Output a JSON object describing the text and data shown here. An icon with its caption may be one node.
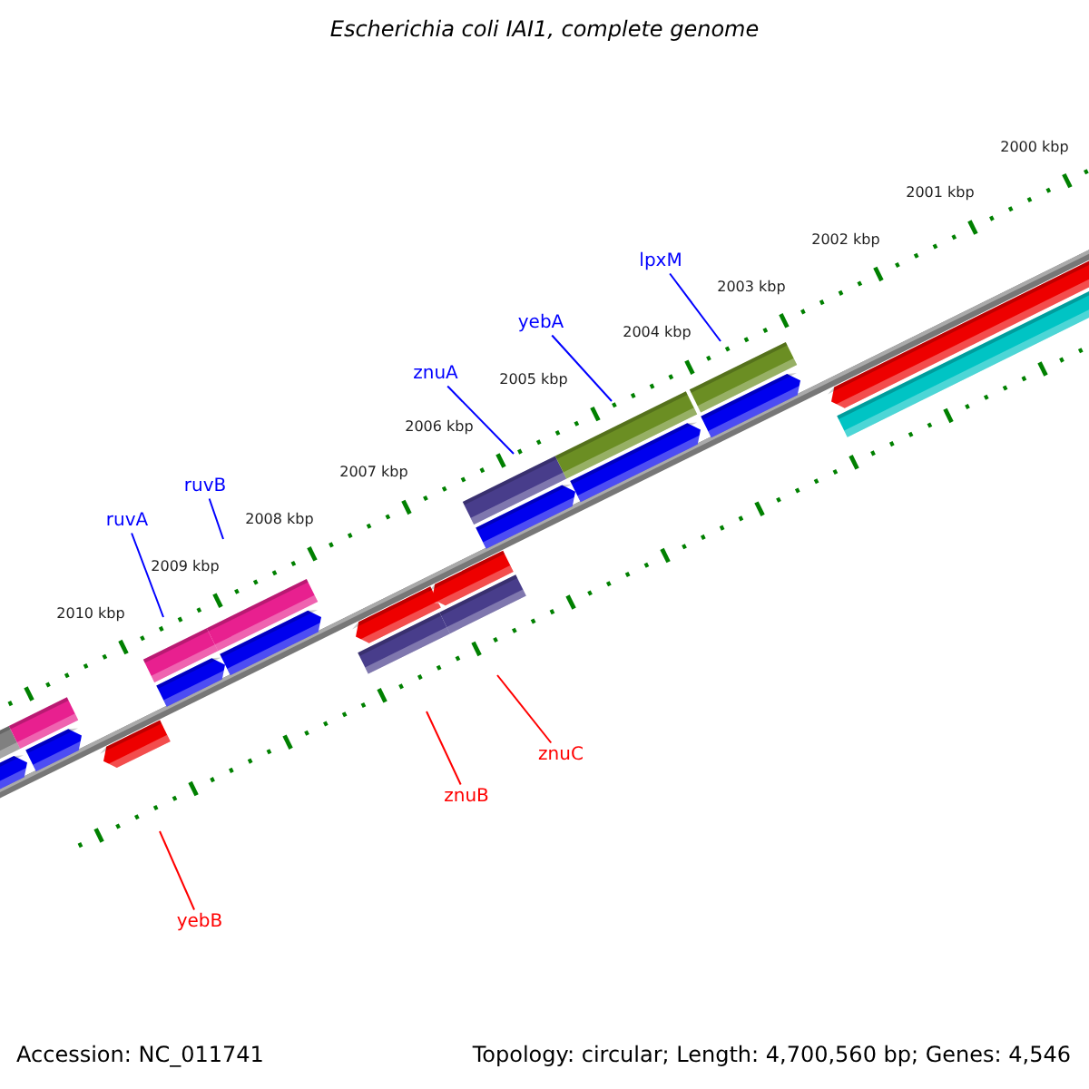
{
  "diagram": {
    "title": "Escherichia coli IAI1, complete genome",
    "nodes": [
      {
        "text": [
          "lpxM"
        ]
      },
      {
        "text": [
          "yebA"
        ]
      },
      {
        "text": [
          "znuA"
        ]
      },
      {
        "text": [
          "ruvB"
        ]
      },
      {
        "text": [
          "ruvA"
        ]
      },
      {
        "text": [
          "znuC"
        ]
      },
      {
        "text": [
          "znuB"
        ]
      },
      {
        "text": [
          "yebB"
        ]
      }
    ],
    "edges": [
      {
        "from": 0,
        "to": null,
        "arrow": "none"
      },
      {
        "from": 1,
        "to": null,
        "arrow": "none"
      },
      {
        "from": 2,
        "to": null,
        "arrow": "none"
      },
      {
        "from": 3,
        "to": null,
        "arrow": "none"
      },
      {
        "from": 4,
        "to": null,
        "arrow": "none"
      },
      {
        "from": 5,
        "to": null,
        "arrow": "none",
        "color": "#ff0000"
      },
      {
        "from": 6,
        "to": null,
        "arrow": "none",
        "color": "#ff0000"
      },
      {
        "from": 7,
        "to": null,
        "arrow": "none",
        "color": "#ff0000"
      }
    ],
    "labels": [
      "2000 kbp",
      "2001 kbp",
      "2002 kbp",
      "2003 kbp",
      "2004 kbp",
      "2005 kbp",
      "2006 kbp",
      "2007 kbp",
      "2008 kbp",
      "2009 kbp",
      "2010 kbp",
      "Accession: NC_011741",
      "Topology: circular; Length: 4,700,560 bp; Genes: 4,546"
    ]
  }
}
